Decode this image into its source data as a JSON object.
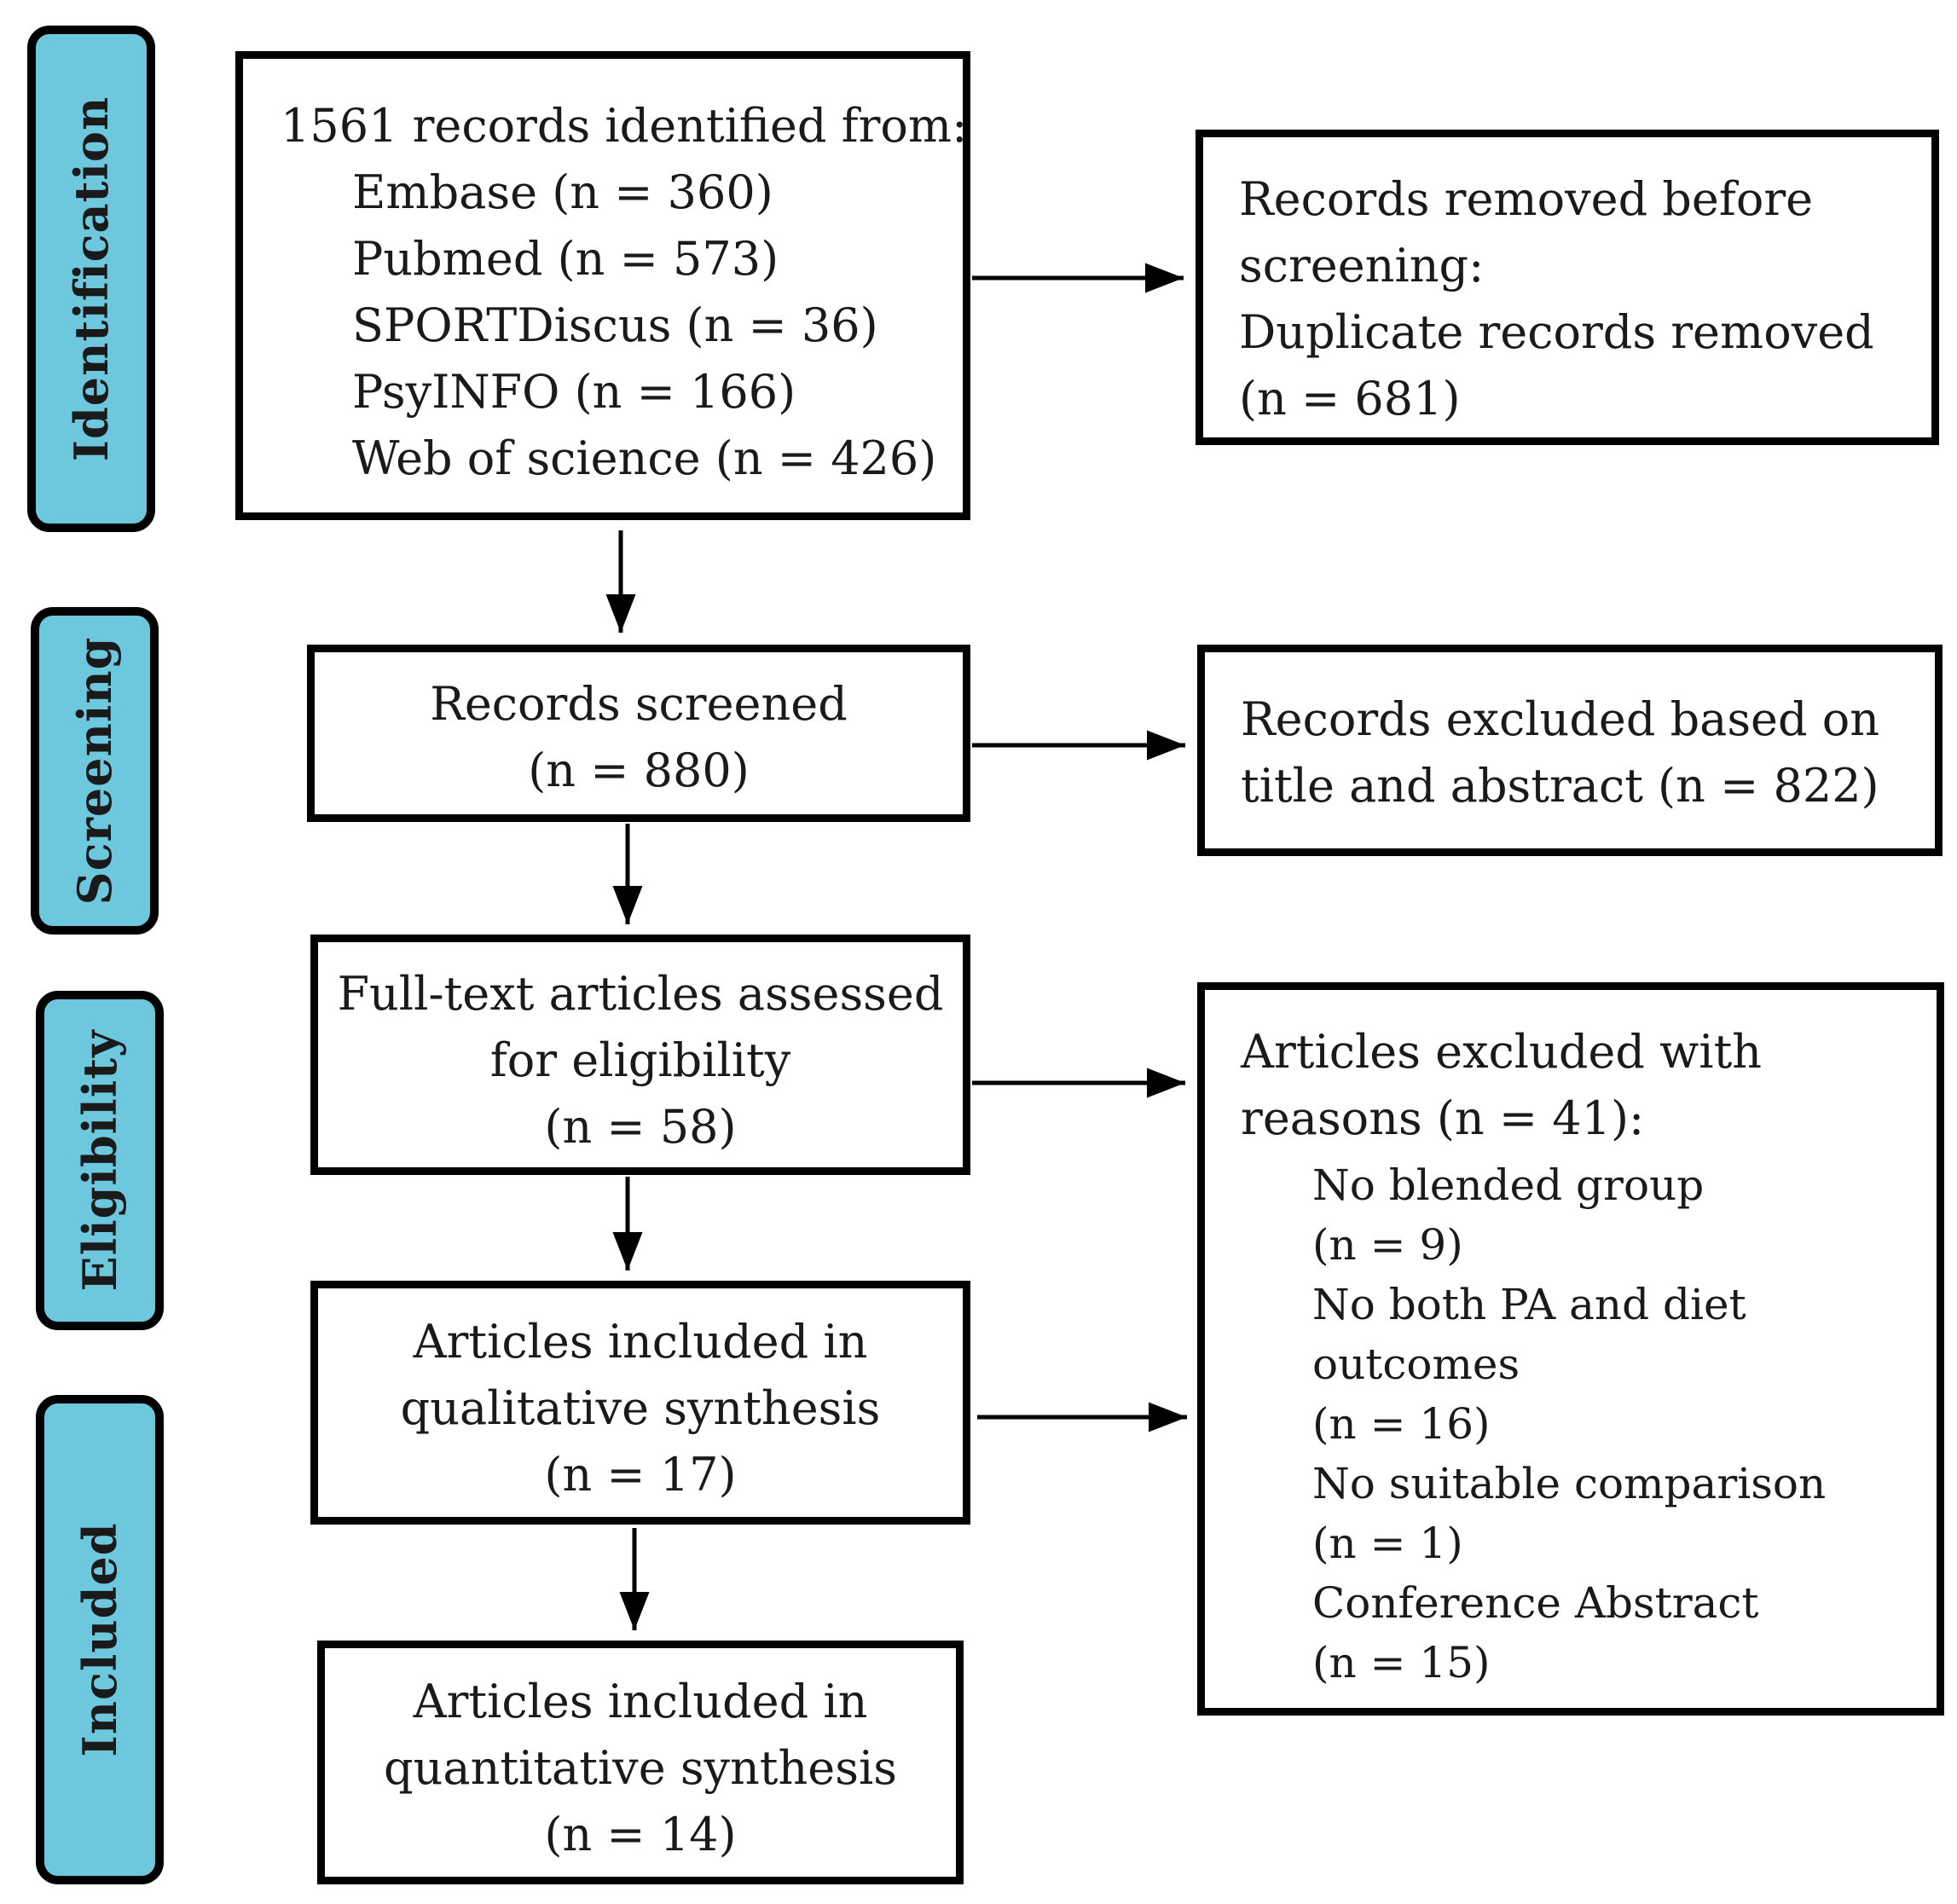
{
  "stages": {
    "identification": "Identification",
    "screening": "Screening",
    "eligibility": "Eligibility",
    "included": "Included"
  },
  "identification_box": {
    "heading": "1561 records identified from:",
    "sources": [
      "Embase (n = 360)",
      "Pubmed (n = 573)",
      "SPORTDiscus (n = 36)",
      "PsyINFO (n = 166)",
      "Web of science (n = 426)"
    ]
  },
  "removed_box": {
    "lines": [
      "Records removed before",
      "screening:",
      "Duplicate records removed",
      "(n = 681)"
    ]
  },
  "screened_box": {
    "lines": [
      "Records screened",
      "(n = 880)"
    ]
  },
  "excluded_title_box": {
    "lines": [
      "Records excluded based on",
      "title and abstract (n = 822)"
    ]
  },
  "fulltext_box": {
    "lines": [
      "Full-text articles assessed",
      "for eligibility",
      "(n = 58)"
    ]
  },
  "excluded_reasons_box": {
    "heading": [
      "Articles excluded with",
      "reasons (n = 41):"
    ],
    "reasons": [
      "No blended group",
      "(n = 9)",
      "No both PA and diet",
      "outcomes",
      "(n = 16)",
      "No suitable comparison",
      "(n = 1)",
      "Conference Abstract",
      "(n = 15)"
    ]
  },
  "qualitative_box": {
    "lines": [
      "Articles included in",
      "qualitative synthesis",
      "(n = 17)"
    ]
  },
  "quantitative_box": {
    "lines": [
      "Articles included in",
      "quantitative synthesis",
      "(n = 14)"
    ]
  }
}
